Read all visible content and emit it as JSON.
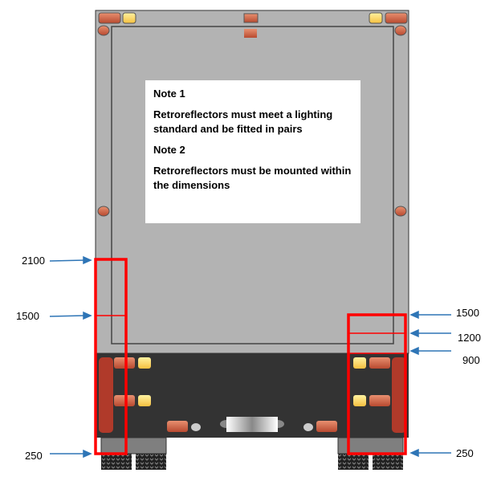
{
  "notes": [
    {
      "title": "Note 1",
      "text": "Retroreflectors must meet a lighting standard and be fitted in pairs"
    },
    {
      "title": "Note 2",
      "text": "Retroreflectors must be mounted within the dimensions"
    }
  ],
  "dimensions": {
    "left": [
      "2100",
      "1500",
      "250"
    ],
    "right": [
      "1500",
      "1200",
      "900",
      "250"
    ]
  },
  "colors": {
    "body": "#b3b3b3",
    "bumper": "#333333",
    "zone_outline": "#ff0000",
    "arrow": "#2e75b6",
    "reflector": "#b03a2a",
    "amber_light": "#ffd060"
  }
}
